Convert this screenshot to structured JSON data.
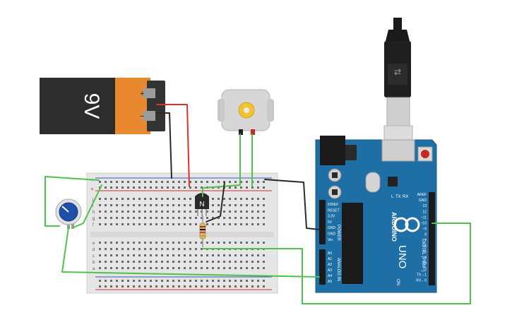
{
  "battery": {
    "label": "9V",
    "plus": "+",
    "minus": "−"
  },
  "transistor": {
    "label": "N"
  },
  "arduino": {
    "brand": "ARDUINO",
    "model": "UNO",
    "power_header": [
      "IOREF",
      "RESET",
      "3.3V",
      "5V",
      "GND",
      "GND",
      "Vin"
    ],
    "power_title": "POWER",
    "analog_header": [
      "A0",
      "A1",
      "A2",
      "A3",
      "A4",
      "A5"
    ],
    "analog_title": "ANALOG IN",
    "digital_header": [
      "AREF",
      "GND",
      "13",
      "12",
      "~11",
      "~10",
      "~9",
      "8",
      "7",
      "~6",
      "~5",
      "4",
      "~3",
      "2",
      "TX→1",
      "RX←0"
    ],
    "digital_title": "DIGITAL (PWM~)",
    "led_labels": [
      "L",
      "TX",
      "RX"
    ],
    "on_label": "ON"
  },
  "breadboard": {
    "row_letters_top": [
      "j",
      "i",
      "h",
      "g",
      "f"
    ],
    "row_letters_bottom": [
      "e",
      "d",
      "c",
      "b",
      "a"
    ],
    "rail_plus": "+",
    "rail_minus": "−"
  },
  "colors": {
    "wire_green": "#4fc24b",
    "wire_red": "#e0302c",
    "wire_black": "#2a2a2a",
    "arduino_blue": "#1d6fa5",
    "battery_orange": "#e8882f"
  }
}
